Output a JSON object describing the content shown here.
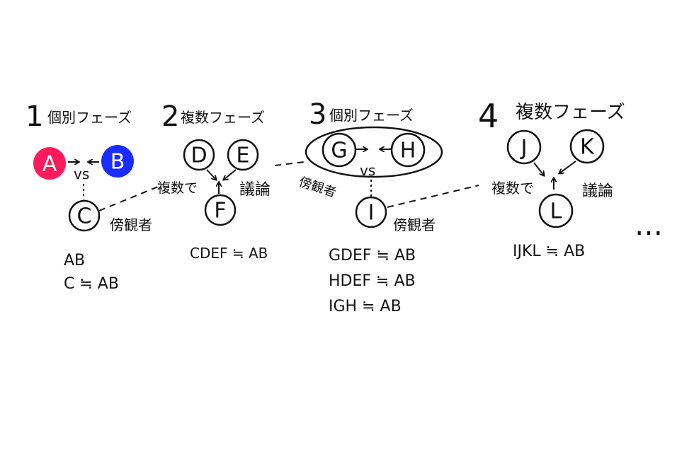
{
  "phases": [
    {
      "number": "1",
      "name": "個別フェーズ"
    },
    {
      "number": "2",
      "name": "複数フェーズ"
    },
    {
      "number": "3",
      "name": "個別フェーズ"
    },
    {
      "number": "4",
      "name": "複数フェーズ"
    }
  ],
  "nodes": {
    "A": "A",
    "B": "B",
    "C": "C",
    "D": "D",
    "E": "E",
    "F": "F",
    "G": "G",
    "H": "H",
    "I": "I",
    "J": "J",
    "K": "K",
    "L": "L"
  },
  "labels": {
    "vs": "vs",
    "bystander": "傍観者",
    "multiple_de": "複数で",
    "discussion": "議論"
  },
  "equations": {
    "phase1": [
      "AB",
      "C ≒ AB"
    ],
    "phase2": [
      "CDEF ≒ AB"
    ],
    "phase3": [
      "GDEF ≒ AB",
      "HDEF ≒ AB",
      "IGH ≒ AB"
    ],
    "phase4": [
      "IJKL ≒ AB"
    ]
  },
  "ellipsis": "…",
  "colors": {
    "A": "#ff1a5e",
    "B": "#1a2cff",
    "ink": "#111111"
  }
}
